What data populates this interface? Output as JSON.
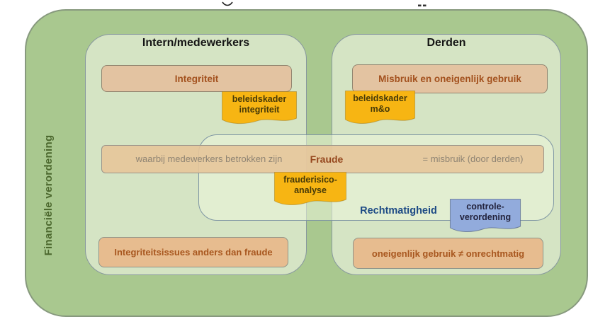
{
  "frame": {
    "label": "Financiële verordening"
  },
  "columns": {
    "left": {
      "header": "Intern/medewerkers",
      "top_box": "Integriteit",
      "bottom_box": "Integriteitsissues anders dan fraude"
    },
    "right": {
      "header": "Derden",
      "top_box": "Misbruik en oneigenlijk gebruik",
      "bottom_box": "oneigenlijk gebruik ≠ onrechtmatig"
    }
  },
  "overlap": {
    "band": {
      "left_text": "waarbij medewerkers betrokken zijn",
      "center_text": "Fraude",
      "right_text": "= misbruik (door derden)"
    },
    "legality_label": "Rechtmatigheid"
  },
  "notes": {
    "integriteit": {
      "text": "beleidskader\nintegriteit",
      "color": "#F7B513",
      "edge": "#C98F06"
    },
    "mo": {
      "text": "beleidskader\nm&o",
      "color": "#F7B513",
      "edge": "#C98F06"
    },
    "fraude_analyse": {
      "text": "frauderisico-\nanalyse",
      "color": "#F7B513",
      "edge": "#C98F06"
    },
    "controle": {
      "text": "controle-\nverordening",
      "color": "#92ABDC",
      "edge": "#71849F"
    }
  },
  "colors": {
    "outer_green": "#A9C88F",
    "panel_green": "#D5E4C4",
    "overlap_green": "#ECF5DD",
    "band_tan": "#E7C59A",
    "box_tan": "#E3C3A1",
    "box_tan_bottom": "#E7BC8F",
    "rust_text": "#A3511E",
    "muted_text": "#8F8473",
    "legality_blue": "#1D4A85",
    "frame_text_green": "#4C682E"
  }
}
